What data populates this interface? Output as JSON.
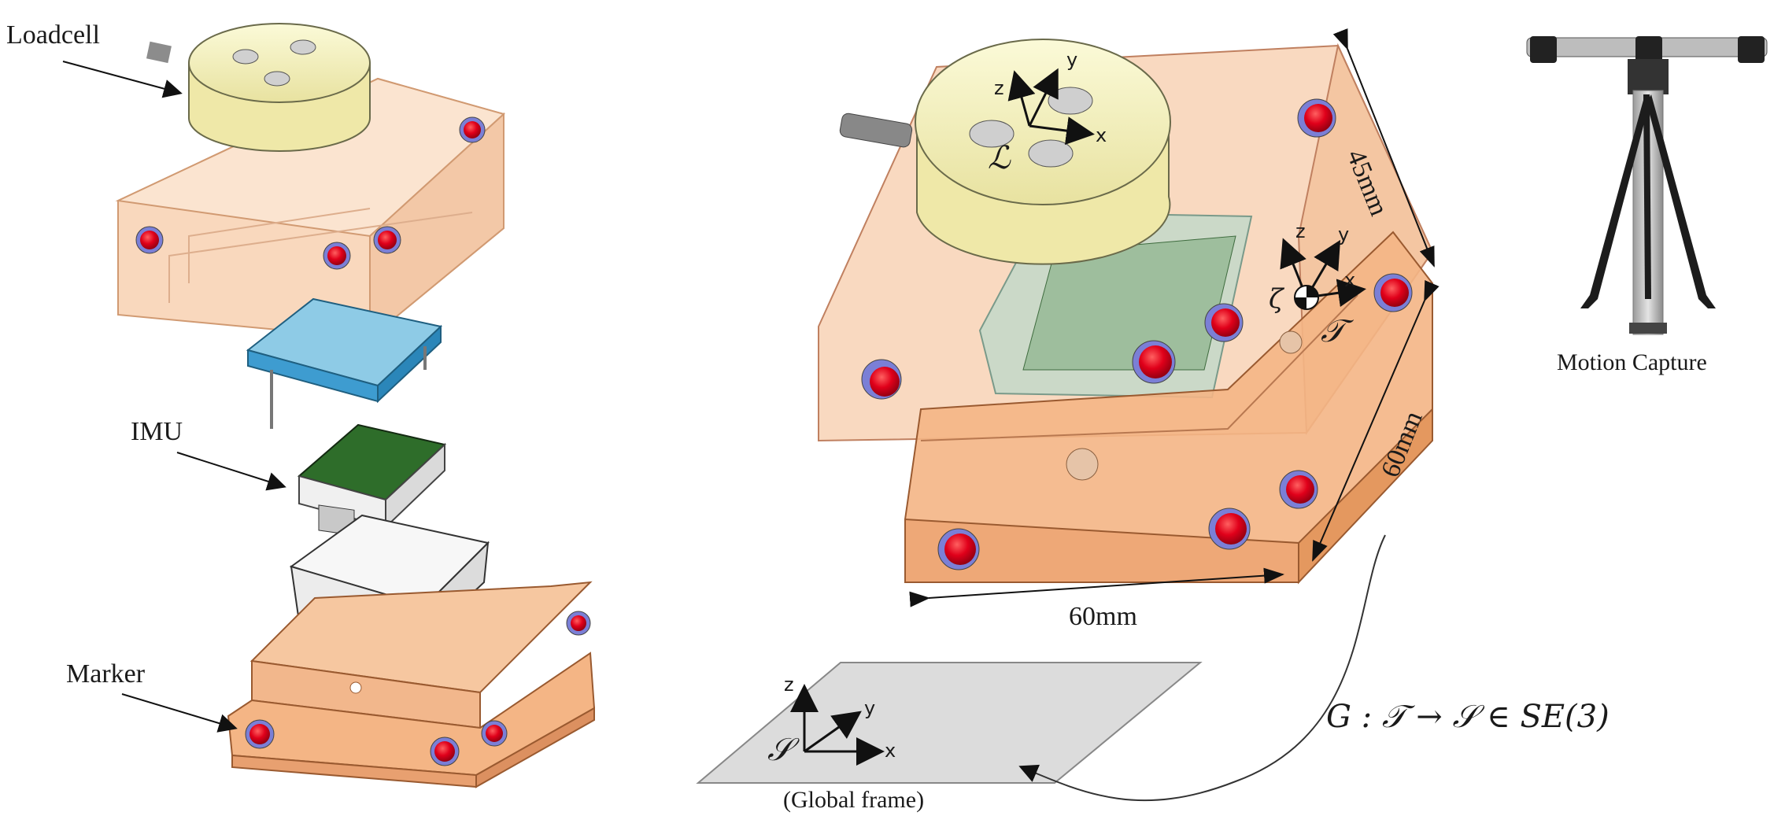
{
  "labels": {
    "loadcell": "Loadcell",
    "imu": "IMU",
    "marker": "Marker",
    "motion_capture": "Motion Capture",
    "global_frame": "(Global frame)"
  },
  "dimensions": {
    "depth": "45mm",
    "height": "60mm",
    "width": "60mm"
  },
  "frames": {
    "loadcell_frame": "ℒ",
    "tool_frame": "𝒯",
    "global_frame": "𝒮",
    "zeta": "ζ"
  },
  "axes": {
    "x": "x",
    "y": "y",
    "z": "z"
  },
  "equation": "G : 𝒯 → 𝒮 ∈ SE(3)",
  "colors": {
    "housing": "#f6c7a0",
    "housing_dark": "#e8a57a",
    "loadcell": "#f4f0c0",
    "marker": "#e0001a",
    "marker_ring": "#7b7fd6",
    "imu_case": "#4aa8d8",
    "pcb": "#2c6b2c",
    "plane": "#d9d9d9"
  }
}
